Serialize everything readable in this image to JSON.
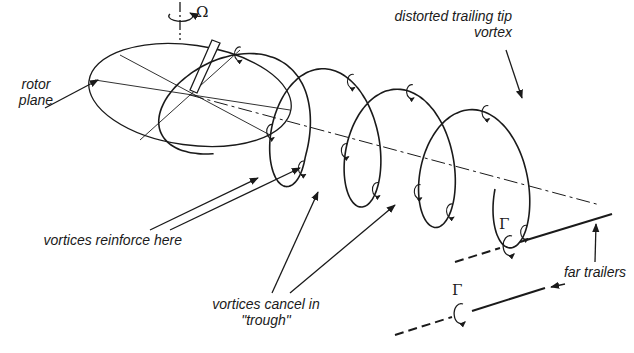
{
  "diagram": {
    "labels": [
      "Ω",
      "distorted trailing tip vortex",
      "rotor plane",
      "vortices reinforce here",
      "vortices cancel in \"trough\"",
      "Γ",
      "Γ",
      "far trailers"
    ]
  }
}
